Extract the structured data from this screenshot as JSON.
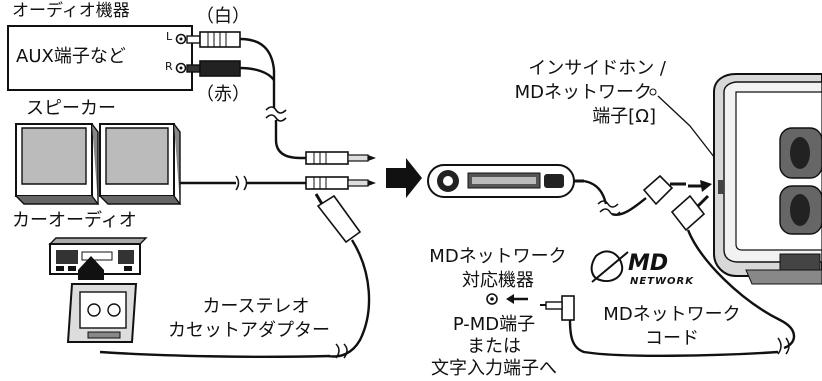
{
  "labels": {
    "audio_equipment": "オーディオ機器",
    "aux_terminal": "AUX端子など",
    "white_paren": "（白）",
    "red_paren": "（赤）",
    "left_mark": "L",
    "right_mark": "R",
    "speaker": "スピーカー",
    "car_audio": "カーオーディオ",
    "car_stereo_adapter_line1": "カーステレオ",
    "car_stereo_adapter_line2": "カセットアダプター",
    "headphone_terminal_line1": "インサイドホン /",
    "headphone_terminal_line2": "MDネットワーク",
    "headphone_terminal_line3": "端子[Ω]",
    "md_network_device_line1": "MDネットワーク",
    "md_network_device_line2": "対応機器",
    "pmd_terminal_line1": "P-MD端子",
    "pmd_terminal_line2": "または",
    "pmd_terminal_line3": "文字入力端子へ",
    "md_network_cord_line1": "MDネットワーク",
    "md_network_cord_line2": "コード",
    "md_logo_main": "MD",
    "md_logo_sub": "NETWORK"
  }
}
